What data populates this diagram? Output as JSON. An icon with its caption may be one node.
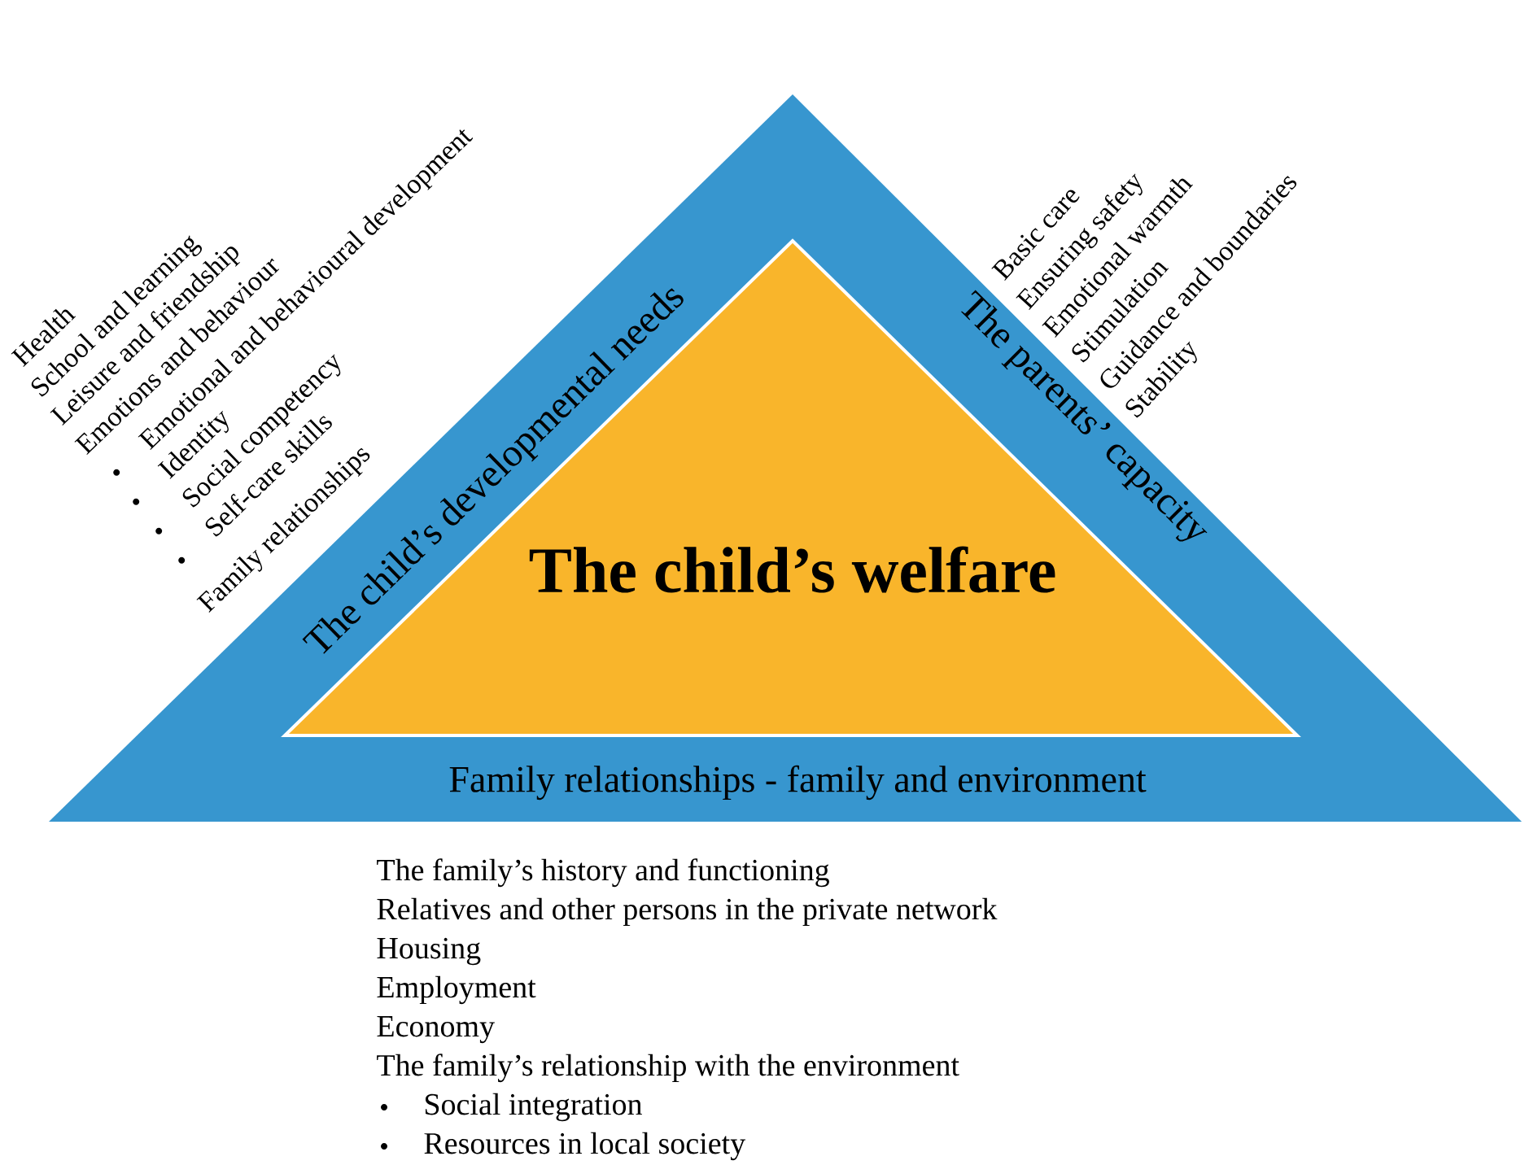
{
  "diagram": {
    "nodes": [
      {
        "text": [
          "The child’s developmental needs",
          "The parents’ capacity",
          "Family relationships - family and environment"
        ]
      },
      {
        "text": [
          "The child’s welfare"
        ],
        "in": 0
      }
    ],
    "labels": [
      "Health",
      "School and learning",
      "Leisure and friendship",
      "Emotions and behaviour",
      "Emotional and behavioural development",
      "Identity",
      "Social competency",
      "Self-care skills",
      "Family relationships",
      "Basic care",
      "Ensuring safety",
      "Emotional warmth",
      "Stimulation",
      "Guidance and boundaries",
      "Stability",
      "The family’s history and functioning",
      "Relatives and other persons in the private network",
      "Housing",
      "Employment",
      "Economy",
      "The family’s relationship with the environment",
      "Social integration",
      "Resources in local society"
    ]
  }
}
